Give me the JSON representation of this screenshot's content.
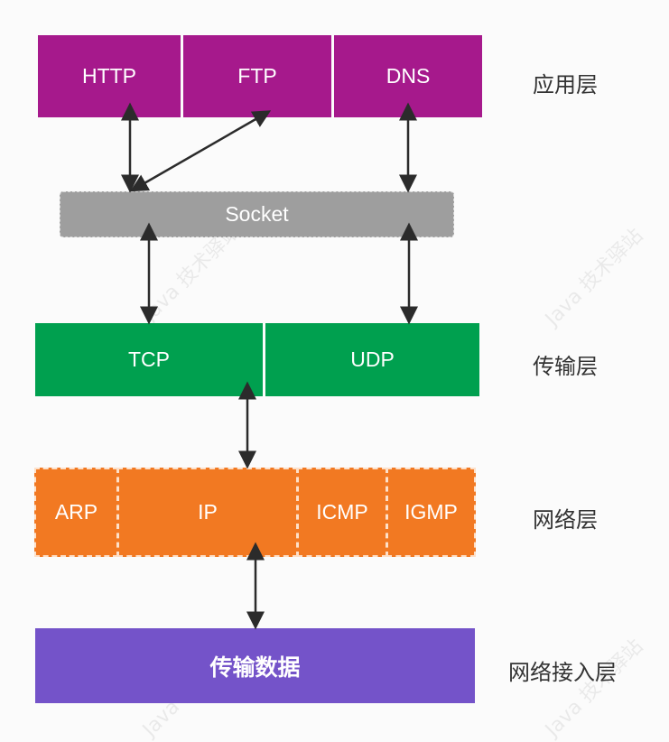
{
  "application_layer": {
    "label": "应用层",
    "protocols": [
      "HTTP",
      "FTP",
      "DNS"
    ],
    "color": "#a6198c"
  },
  "socket": {
    "label": "Socket",
    "color": "#9e9e9e"
  },
  "transport_layer": {
    "label": "传输层",
    "protocols": [
      "TCP",
      "UDP"
    ],
    "color": "#00a04f"
  },
  "network_layer": {
    "label": "网络层",
    "protocols": [
      "ARP",
      "IP",
      "ICMP",
      "IGMP"
    ],
    "color": "#f27922"
  },
  "link_layer": {
    "label": "网络接入层",
    "content": "传输数据",
    "color": "#7453c9"
  },
  "connections": [
    {
      "from": "HTTP",
      "to": "Socket",
      "bidirectional": true
    },
    {
      "from": "FTP",
      "to": "Socket",
      "bidirectional": true
    },
    {
      "from": "DNS",
      "to": "Socket",
      "bidirectional": true
    },
    {
      "from": "Socket",
      "to": "TCP",
      "bidirectional": true
    },
    {
      "from": "Socket",
      "to": "UDP",
      "bidirectional": true
    },
    {
      "from": "TCP",
      "to": "IP",
      "bidirectional": true
    },
    {
      "from": "IP",
      "to": "传输数据",
      "bidirectional": true
    }
  ],
  "watermark": "Java 技术驿站"
}
